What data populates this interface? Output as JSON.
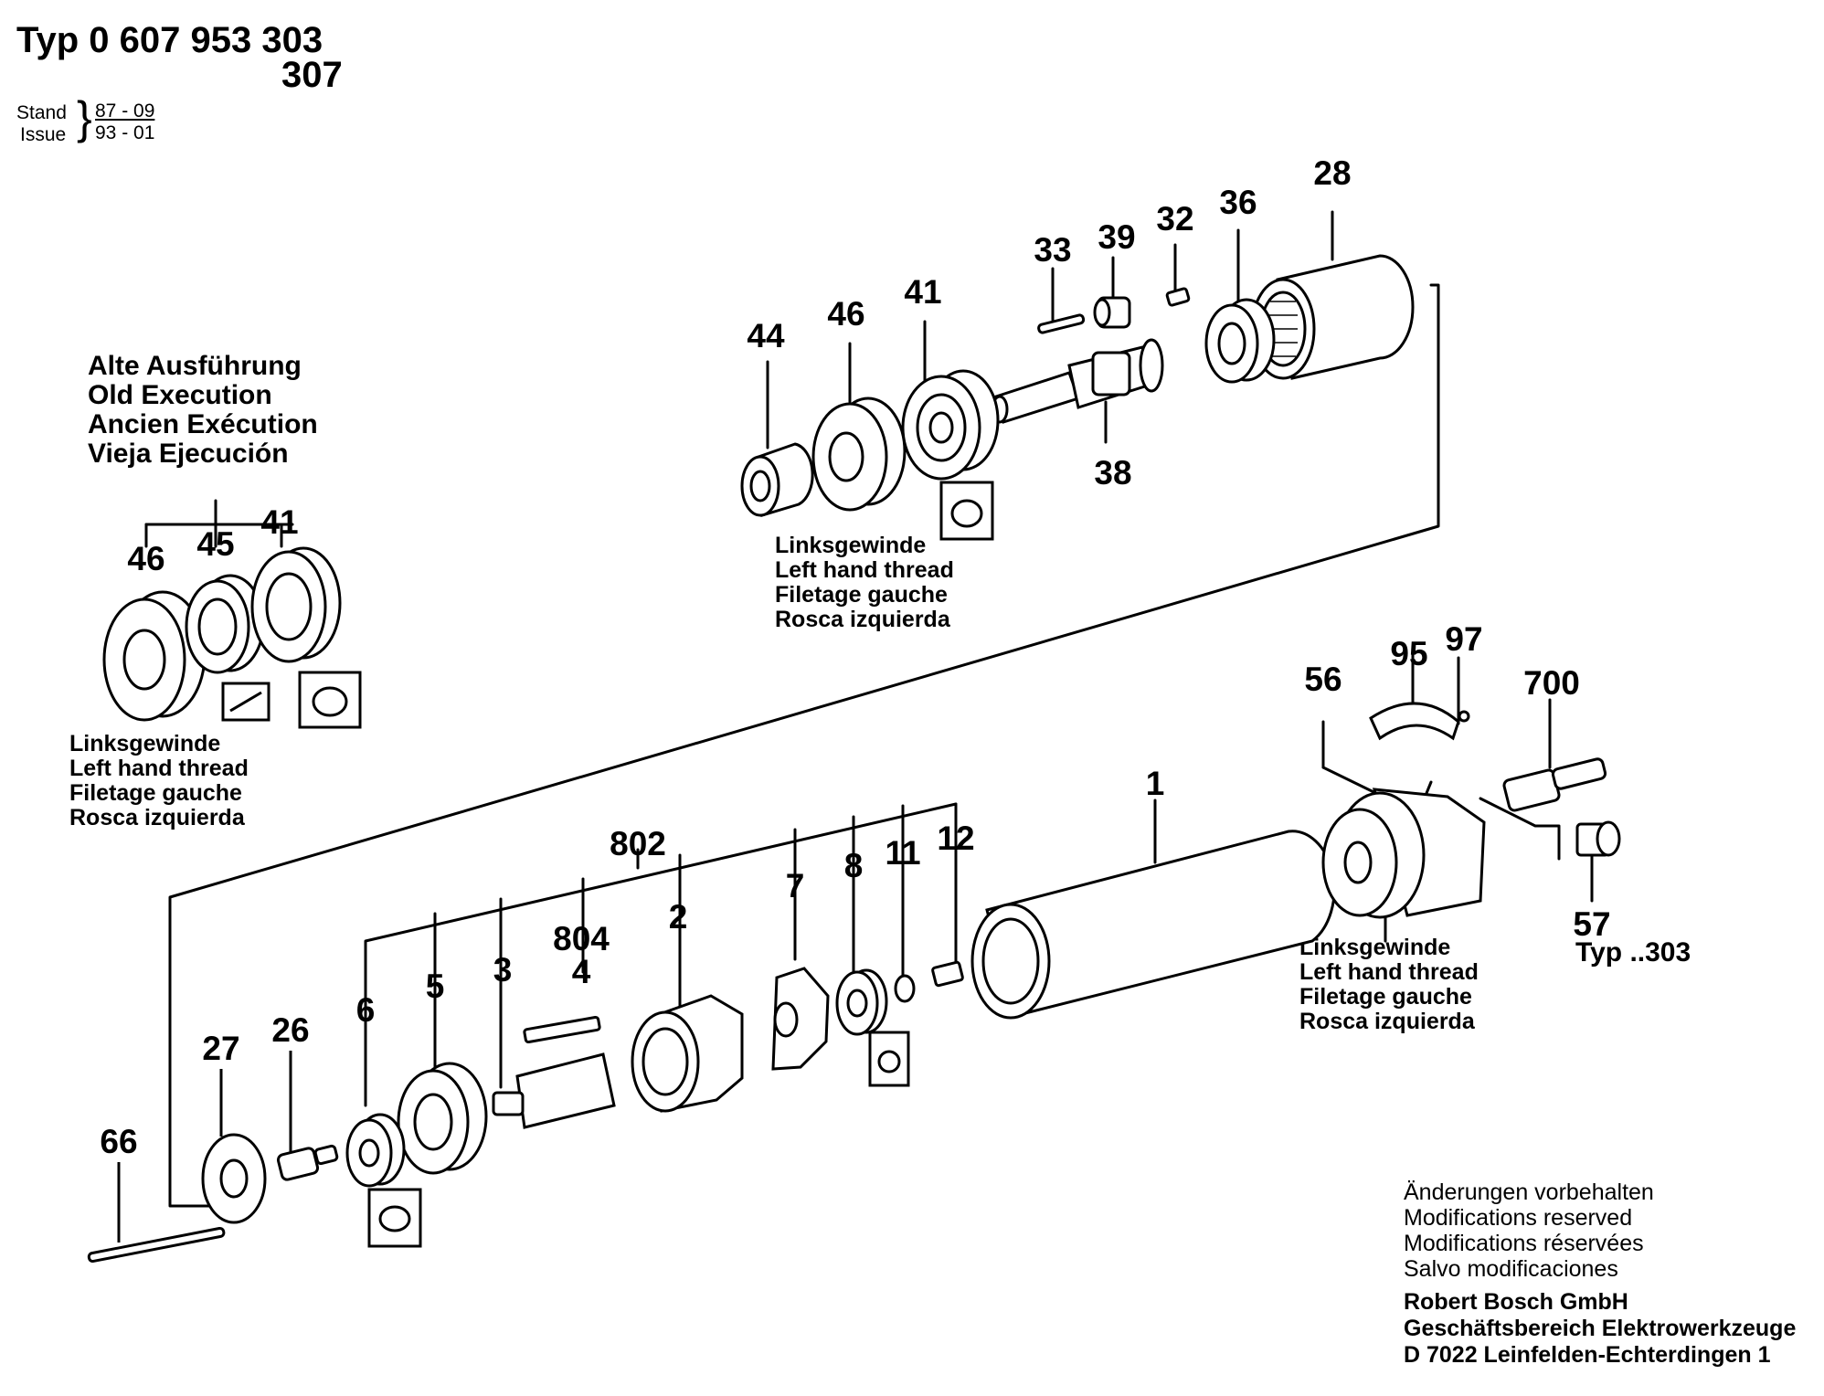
{
  "header": {
    "typ_line1": "Typ 0 607 953 303",
    "typ_line2": "307",
    "stand_label": "Stand",
    "issue_label": "Issue",
    "stand_value": "87 - 09",
    "issue_value": "93 - 01"
  },
  "old_execution": {
    "lines": [
      "Alte Ausführung",
      "Old Execution",
      "Ancien Exécution",
      "Vieja Ejecución"
    ]
  },
  "thread_note": {
    "lines": [
      "Linksgewinde",
      "Left hand thread",
      "Filetage gauche",
      "Rosca izquierda"
    ]
  },
  "type_note": "Typ ..303",
  "parts": {
    "p1": "1",
    "p2": "2",
    "p3": "3",
    "p4": "4",
    "p5": "5",
    "p6": "6",
    "p7": "7",
    "p8": "8",
    "p11": "11",
    "p12": "12",
    "p26": "26",
    "p27": "27",
    "p28": "28",
    "p32": "32",
    "p33": "33",
    "p36": "36",
    "p38": "38",
    "p39": "39",
    "p41": "41",
    "p44": "44",
    "p45": "45",
    "p46": "46",
    "p56": "56",
    "p57": "57",
    "p66": "66",
    "p95": "95",
    "p97": "97",
    "p700": "700",
    "p802": "802",
    "p804": "804"
  },
  "footer": {
    "modifications": [
      "Änderungen vorbehalten",
      "Modifications reserved",
      "Modifications réservées",
      "Salvo modificaciones"
    ],
    "company": [
      "Robert Bosch GmbH",
      "Geschäftsbereich Elektrowerkzeuge",
      "D 7022 Leinfelden-Echterdingen 1"
    ]
  }
}
